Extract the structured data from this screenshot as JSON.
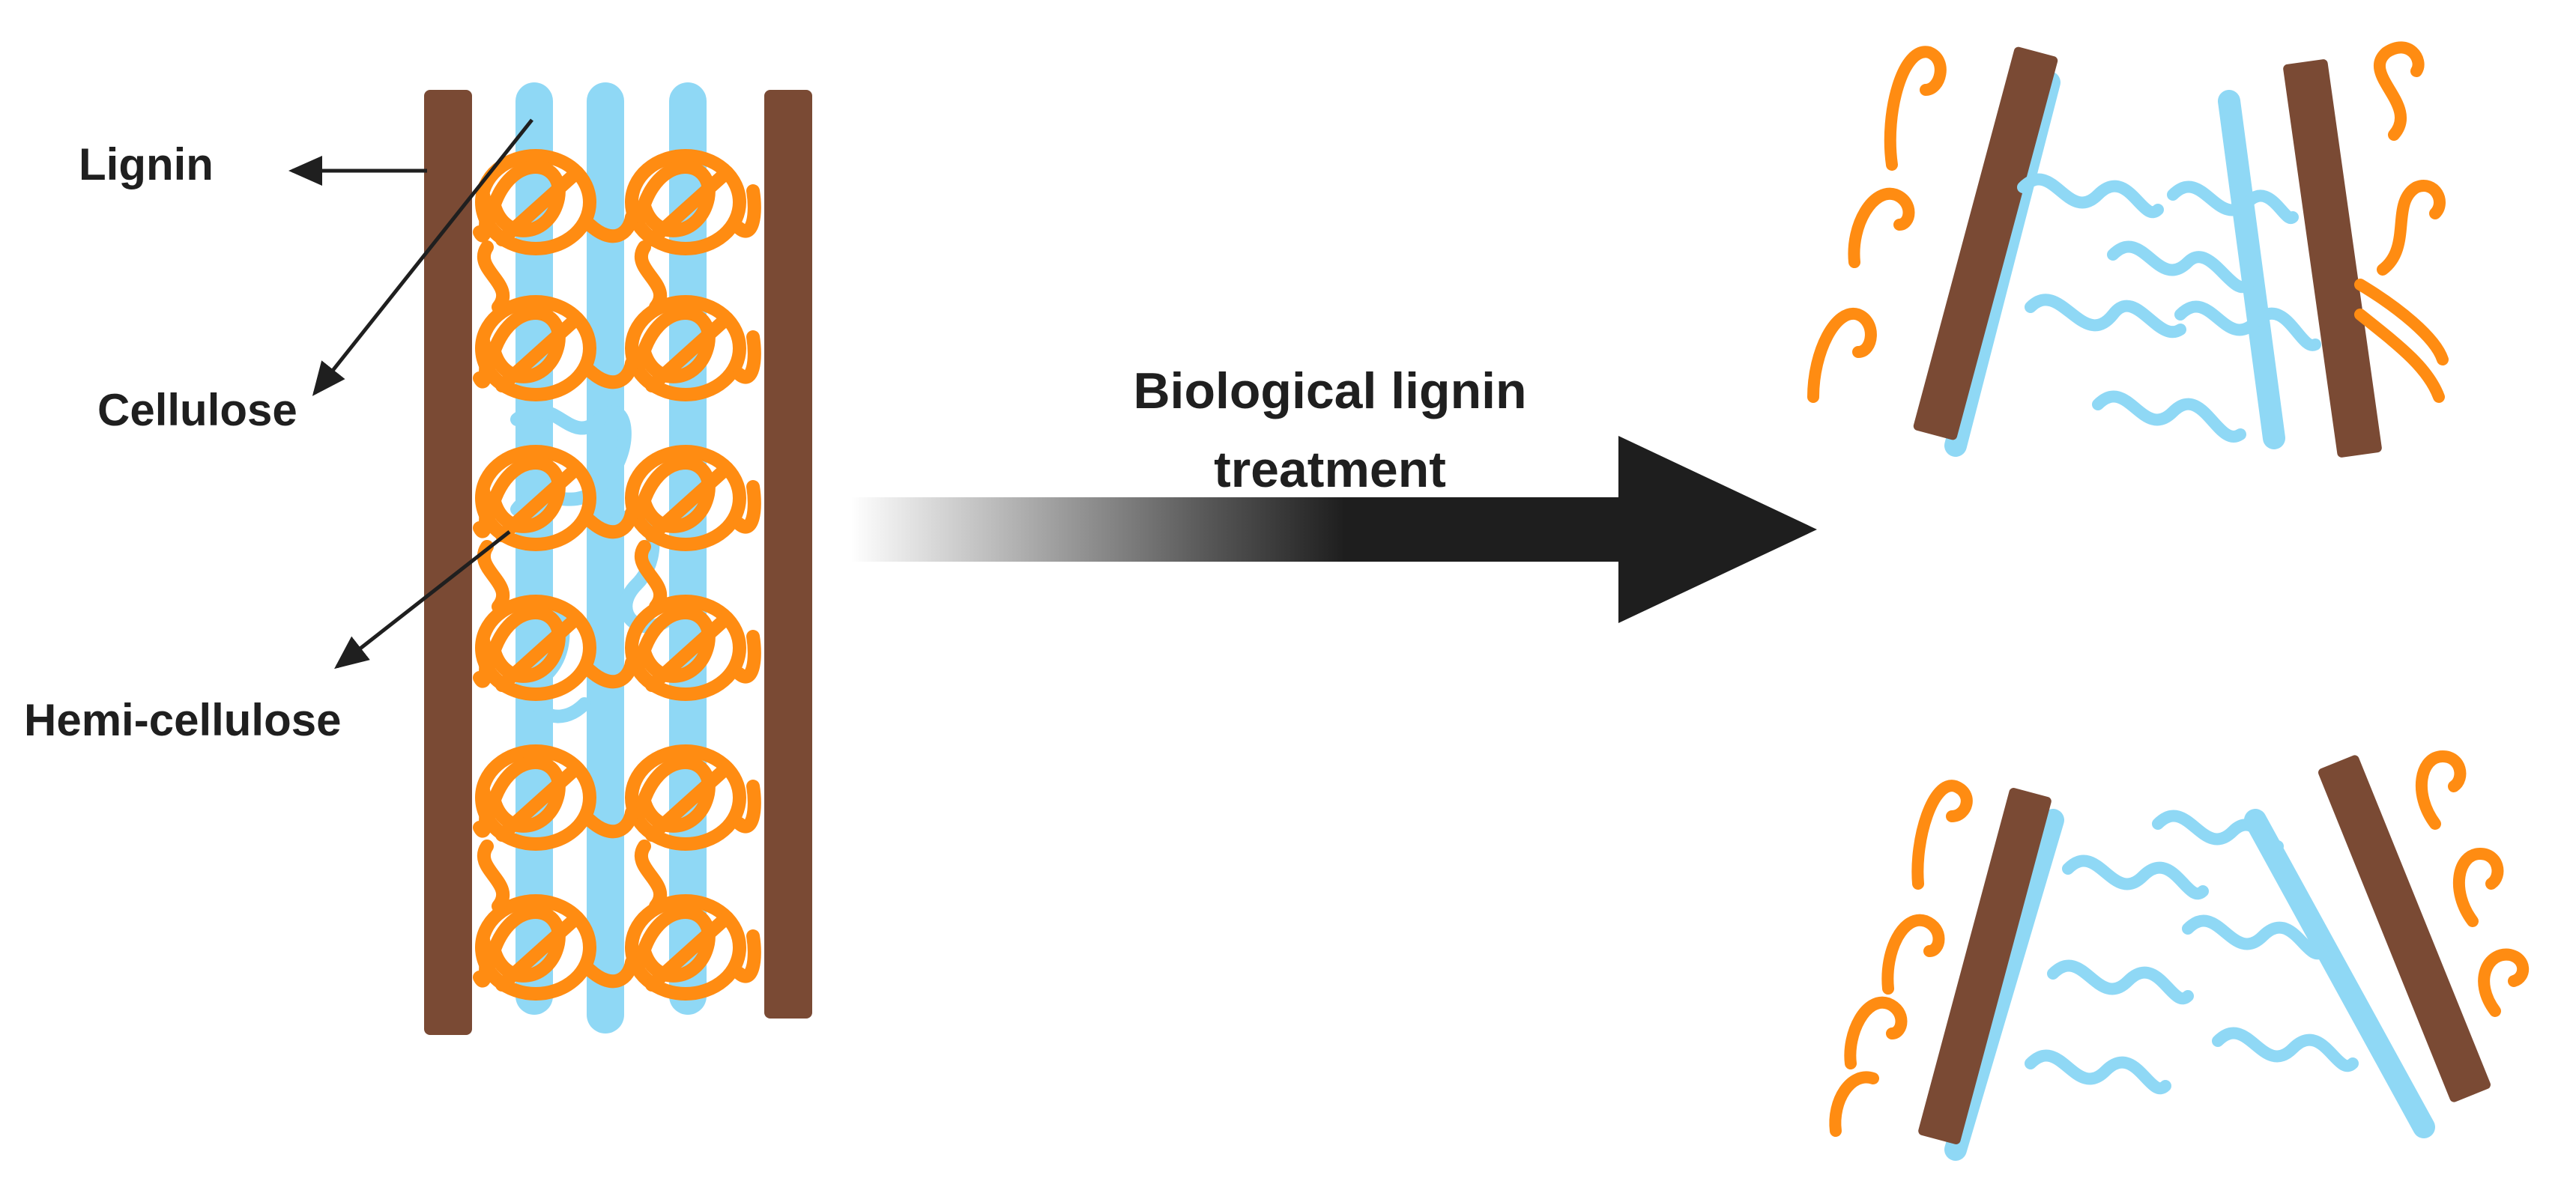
{
  "labels": {
    "lignin": "Lignin",
    "cellulose": "Cellulose",
    "hemicellulose": "Hemi-cellulose",
    "process_line1": "Biological lignin",
    "process_line2": "treatment"
  },
  "colors": {
    "lignin": "#7a4a34",
    "cellulose": "#8fd8f5",
    "hemicellulose": "#ff8c12",
    "arrow": "#1e1e1e",
    "text": "#1f1f1f"
  }
}
